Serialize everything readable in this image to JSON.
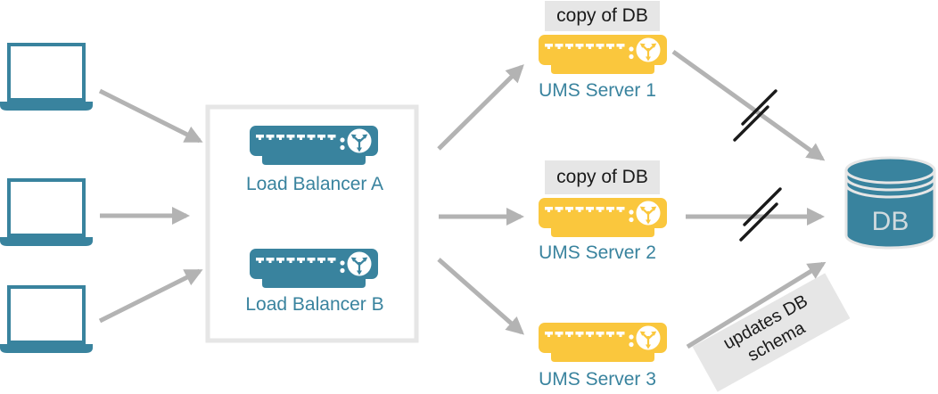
{
  "colors": {
    "teal": "#39839E",
    "yellow": "#FAC73D",
    "arrow": "#B3B3B3",
    "slash": "#1A1A1A",
    "label-bg": "#E6E6E6",
    "box-border": "#E6E6E6",
    "note-text": "#1A1A1A",
    "db-text": "#D0DADE",
    "canvas-bg": "#FFFFFF"
  },
  "clients": {
    "icon": "laptop-icon",
    "count": 3
  },
  "load_balancers": [
    {
      "label": "Load Balancer A",
      "icon": "server-icon"
    },
    {
      "label": "Load Balancer B",
      "icon": "server-icon"
    }
  ],
  "ums_servers": [
    {
      "label": "UMS Server 1",
      "badge": "copy of DB",
      "icon": "server-icon"
    },
    {
      "label": "UMS Server 2",
      "badge": "copy of DB",
      "icon": "server-icon"
    },
    {
      "label": "UMS Server 3",
      "badge": "",
      "icon": "server-icon"
    }
  ],
  "database": {
    "label": "DB",
    "icon": "database-cylinder-icon"
  },
  "annotations": {
    "schema_note": "updates DB\nschema"
  }
}
